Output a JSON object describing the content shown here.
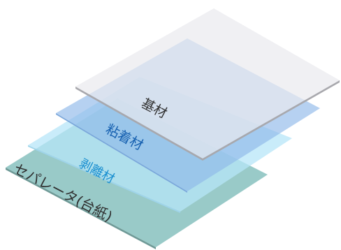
{
  "layers": [
    {
      "key": "separator",
      "label": "セパレータ(台紙)",
      "fill": "#8ec4c2",
      "fill_opacity": 0.9,
      "edge": "#6f9a97",
      "text_color": "#2f2f2f"
    },
    {
      "key": "release",
      "label": "剥離材",
      "fill": "#b7e6f8",
      "fill_opacity": 0.75,
      "edge": "#9fd4ea",
      "text_color": "#1a8fd0"
    },
    {
      "key": "adhesive",
      "label": "粘着材",
      "fill": "#8fb8ea",
      "fill_opacity": 0.65,
      "edge": "#7aa6da",
      "text_color": "#1660b0"
    },
    {
      "key": "base",
      "label": "基材",
      "fill": "#e9e9ee",
      "fill_opacity": 0.7,
      "edge": "#a8a8ad",
      "text_color": "#333333"
    }
  ]
}
